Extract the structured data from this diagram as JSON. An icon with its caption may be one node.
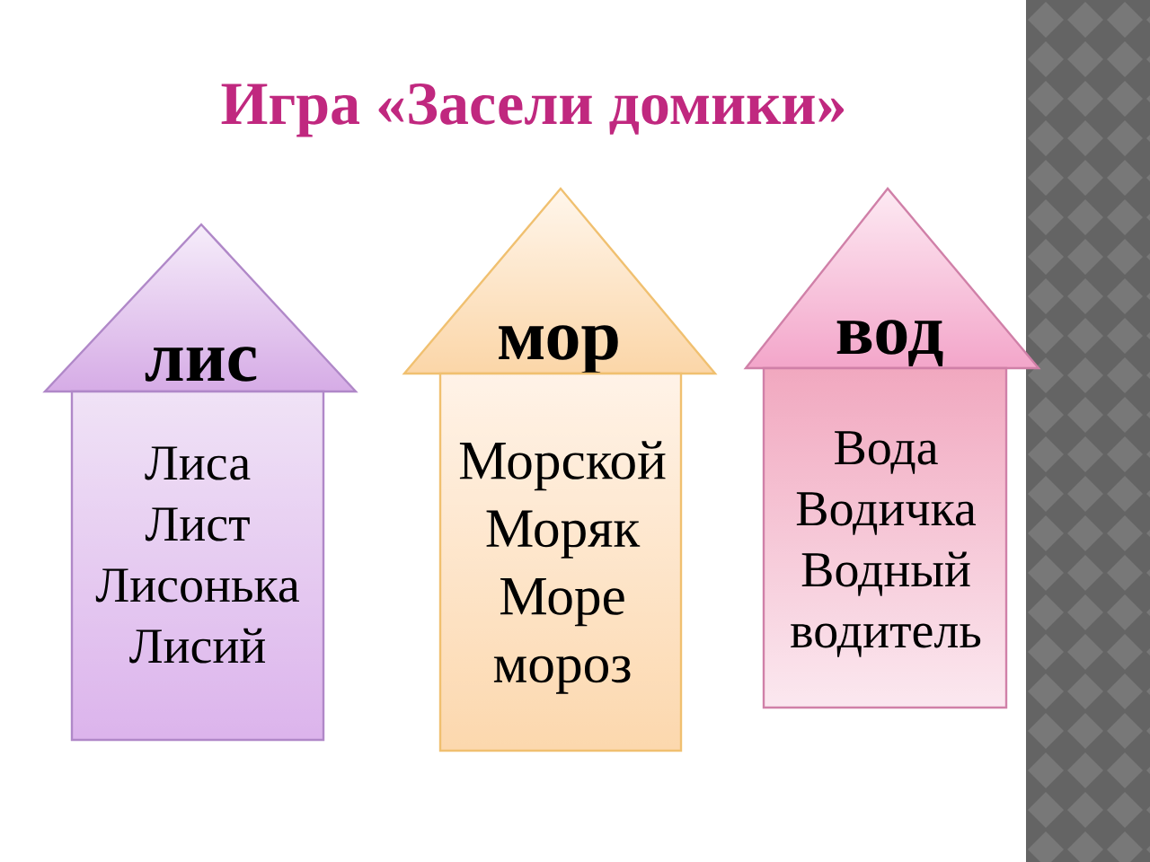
{
  "diagram": {
    "title": "Игра «Засели домики»",
    "nodes": [
      {
        "text": [
          "лис"
        ]
      },
      {
        "text": [
          "Лиса",
          "Лист",
          "Лисонька",
          "Лисий"
        ]
      },
      {
        "text": [
          "мор"
        ]
      },
      {
        "text": [
          "Морской",
          "Моряк",
          "Море",
          "мороз"
        ]
      },
      {
        "text": [
          "вод"
        ]
      },
      {
        "text": [
          "Вода",
          "Водичка",
          "Водный",
          "водитель"
        ]
      }
    ]
  }
}
